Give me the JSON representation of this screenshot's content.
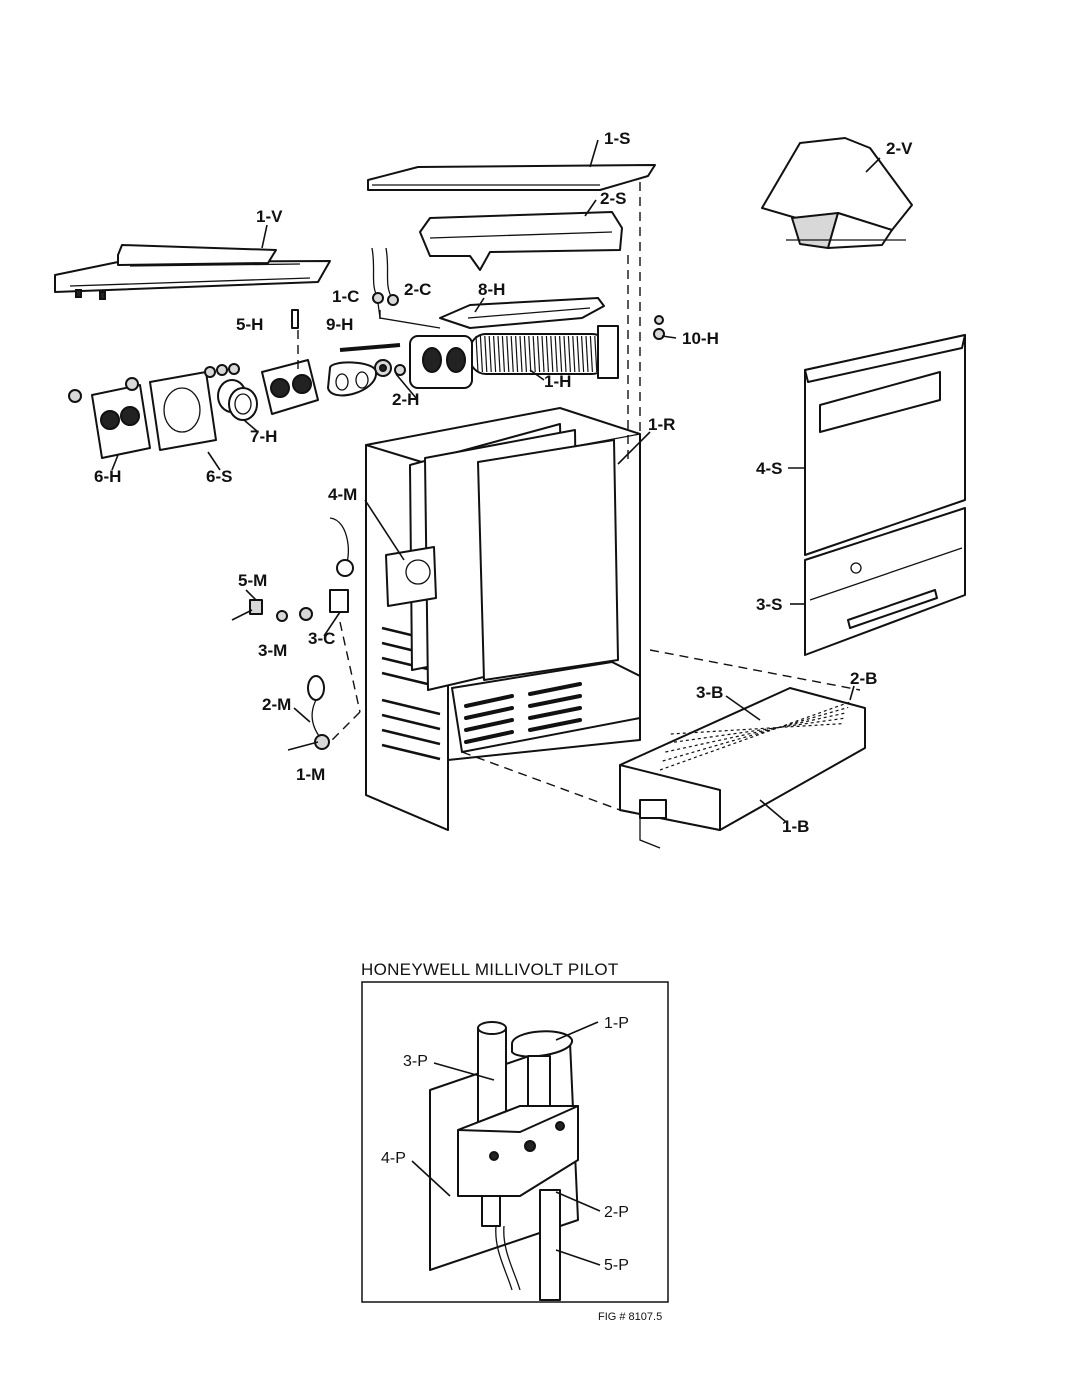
{
  "exploded_view": {
    "labels": [
      "1-S",
      "2-V",
      "2-S",
      "1-V",
      "1-C",
      "2-C",
      "8-H",
      "5-H",
      "9-H",
      "10-H",
      "1-H",
      "2-H",
      "7-H",
      "6-H",
      "6-S",
      "1-R",
      "4-S",
      "4-M",
      "5-M",
      "3-C",
      "3-M",
      "3-S",
      "2-M",
      "3-B",
      "2-B",
      "1-M",
      "1-B"
    ]
  },
  "pilot_inset": {
    "title": "HONEYWELL MILLIVOLT PILOT",
    "labels": [
      "1-P",
      "3-P",
      "4-P",
      "2-P",
      "5-P"
    ],
    "figure_number": "FIG # 8107.5"
  }
}
